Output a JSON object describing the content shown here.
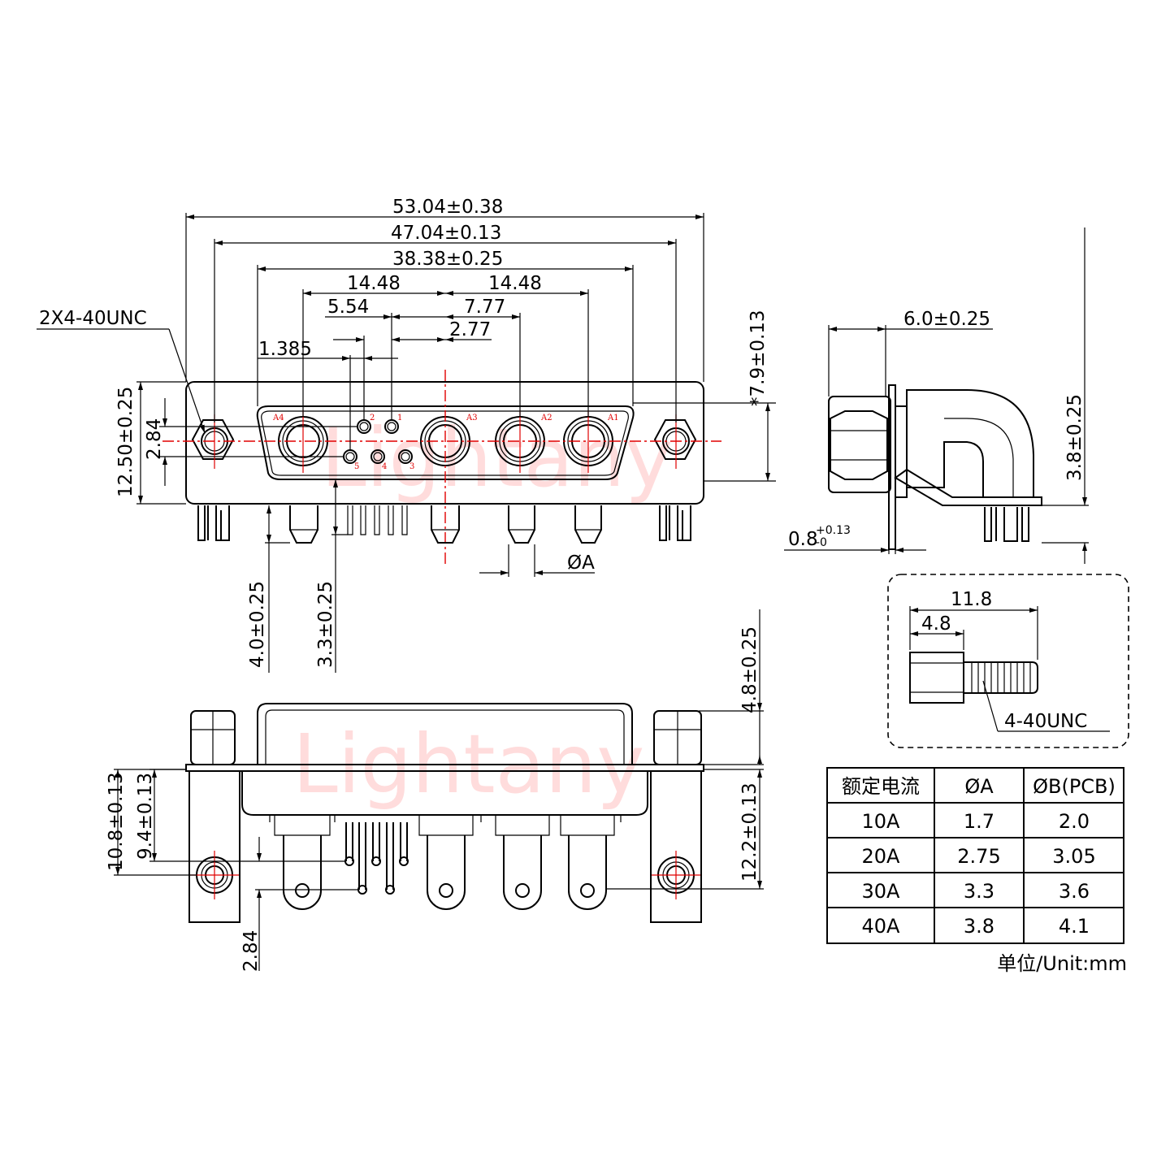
{
  "dimensions": {
    "overall_width": "53.04±0.38",
    "mount_hole_pitch": "47.04±0.13",
    "shell_width": "38.38±0.25",
    "pitch_left": "14.48",
    "pitch_right": "14.48",
    "signal_offset_left": "5.54",
    "signal_offset_right": "7.77",
    "signal_offset_inner": "2.77",
    "signal_pitch": "1.385",
    "thread_callout": "2X4-40UNC",
    "front_height": "12.50±0.25",
    "row_spacing": "2.84",
    "shell_height": "*7.9±0.13",
    "pin_length_power": "4.0±0.25",
    "pin_length_signal": "3.3±0.25",
    "phi_a": "ØA",
    "side_depth": "6.0±0.25",
    "side_height": "3.8±0.25",
    "flange_thickness_base": "0.8",
    "flange_thickness_upper_tol": "+0.13",
    "flange_thickness_lower_tol": "-0",
    "bottom_standoff": "4.8±0.25",
    "bottom_outer": "10.8±0.13",
    "bottom_inner": "9.4±0.13",
    "bottom_row_spacing": "2.84",
    "bottom_right": "12.2±0.13",
    "screw_length": "11.8",
    "screw_head": "4.8",
    "screw_thread": "4-40UNC"
  },
  "pin_labels": {
    "a1": "A1",
    "a2": "A2",
    "a3": "A3",
    "a4": "A4",
    "p1": "1",
    "p2": "2",
    "p3": "3",
    "p4": "4",
    "p5": "5"
  },
  "watermark": "Lightany",
  "table": {
    "headers": [
      "额定电流",
      "ØA",
      "ØB(PCB)"
    ],
    "rows": [
      [
        "10A",
        "1.7",
        "2.0"
      ],
      [
        "20A",
        "2.75",
        "3.05"
      ],
      [
        "30A",
        "3.3",
        "3.6"
      ],
      [
        "40A",
        "3.8",
        "4.1"
      ]
    ],
    "unit": "单位/Unit:mm"
  }
}
